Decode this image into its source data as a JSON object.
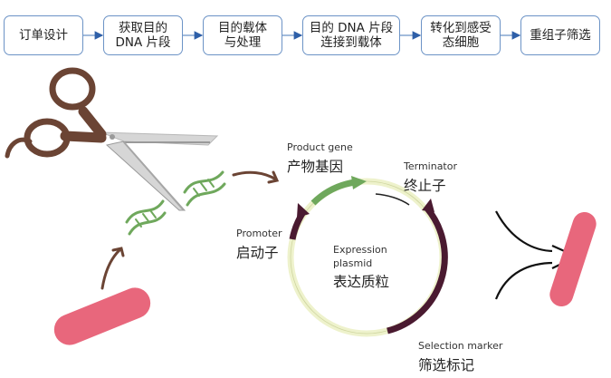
{
  "workflow": {
    "steps": [
      {
        "label": "订单设计"
      },
      {
        "label": "获取目的\nDNA 片段"
      },
      {
        "label": "目的载体\n与处理"
      },
      {
        "label": "目的 DNA 片段\n连接到载体"
      },
      {
        "label": "转化到感受\n态细胞"
      },
      {
        "label": "重组子筛选"
      }
    ]
  },
  "plasmid": {
    "center_label_en": "Expression\nplasmid",
    "center_label_zh": "表达质粒",
    "parts": {
      "product_gene": {
        "en": "Product gene",
        "zh": "产物基因"
      },
      "terminator": {
        "en": "Terminator",
        "zh": "终止子"
      },
      "promoter": {
        "en": "Promoter",
        "zh": "启动子"
      },
      "selection_marker": {
        "en": "Selection marker",
        "zh": "筛选标记"
      }
    }
  },
  "colors": {
    "box_border": "#6c93c6",
    "flow_arrow": "#2e5fa8",
    "scissor_handle": "#6b4434",
    "blade": "#d6d6d6",
    "dna": "#6fa85c",
    "plasmid_base": "#eef2cc",
    "plasmid_dark": "#4a1a30",
    "gene_green": "#6fa85c",
    "bacteria": "#e8677c"
  }
}
